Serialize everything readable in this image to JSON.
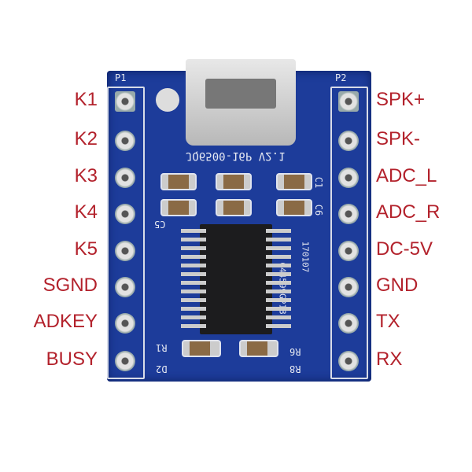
{
  "left_pins": [
    "K1",
    "K2",
    "K3",
    "K4",
    "K5",
    "SGND",
    "ADKEY",
    "BUSY"
  ],
  "right_pins": [
    "SPK+",
    "SPK-",
    "ADC_L",
    "ADC_R",
    "DC-5V",
    "GND",
    "TX",
    "RX"
  ],
  "silkscreen": {
    "p1": "P1",
    "p2": "P2",
    "model": "JQ6500-16P V2.1",
    "c5": "C5",
    "c1": "C1",
    "c6": "C6",
    "r1": "R1",
    "r6": "R6",
    "d2": "D2",
    "r8": "R8",
    "date": "170107",
    "chip": "C44599GP18"
  },
  "colors": {
    "label": "#b3222c",
    "board": "#1d3c9a"
  }
}
